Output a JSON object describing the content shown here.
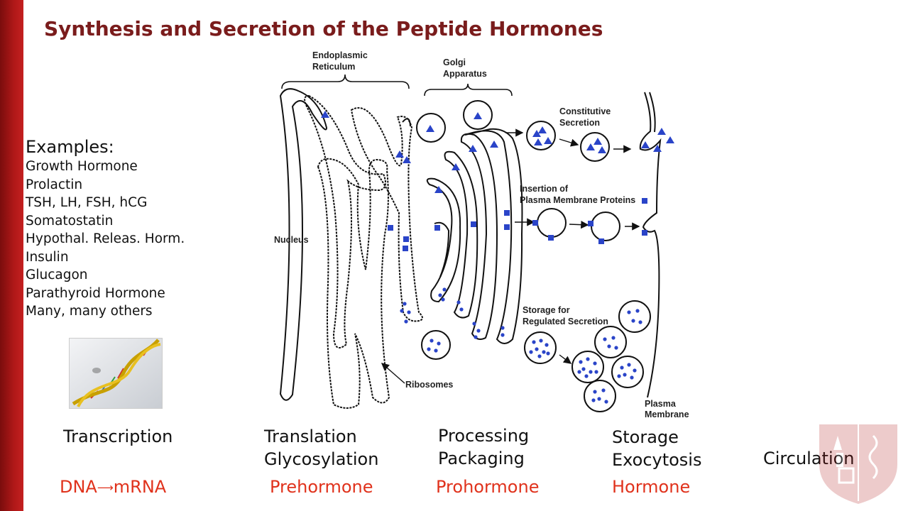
{
  "title": "Synthesis and Secretion of the Peptide Hormones",
  "examples": {
    "heading": "Examples:",
    "items": [
      "Growth Hormone",
      "Prolactin",
      "TSH, LH, FSH, hCG",
      "Somatostatin",
      "Hypothal. Releas. Horm.",
      "Insulin",
      "Glucagon",
      "Parathyroid Hormone",
      "Many, many others"
    ]
  },
  "diagram_labels": {
    "er_line1": "Endoplasmic",
    "er_line2": "Reticulum",
    "golgi_line1": "Golgi",
    "golgi_line2": "Apparatus",
    "nucleus": "Nucleus",
    "ribosomes": "Ribosomes",
    "constitutive_line1": "Constitutive",
    "constitutive_line2": "Secretion",
    "insertion_line1": "Insertion of",
    "insertion_line2": "Plasma Membrane Proteins",
    "storage_line1": "Storage for",
    "storage_line2": "Regulated Secretion",
    "membrane_line1": "Plasma",
    "membrane_line2": "Membrane"
  },
  "steps": {
    "transcription": "Transcription",
    "translation_line1": "Translation",
    "translation_line2": "Glycosylation",
    "processing_line1": "Processing",
    "processing_line2": "Packaging",
    "storage_line1": "Storage",
    "storage_line2": "Exocytosis",
    "circulation": "Circulation"
  },
  "products": {
    "dna_mrna_left": "DNA",
    "dna_mrna_right": "mRNA",
    "prehormone": "Prehormone",
    "prohormone": "Prohormone",
    "hormone": "Hormone"
  },
  "colors": {
    "title": "#7a1c1c",
    "accent_bar": "#b01818",
    "product_text": "#e0321c",
    "marker_blue": "#2a44c8"
  },
  "icons": {
    "dna_image": "dna-helix-photo",
    "logo": "crest-logo"
  }
}
